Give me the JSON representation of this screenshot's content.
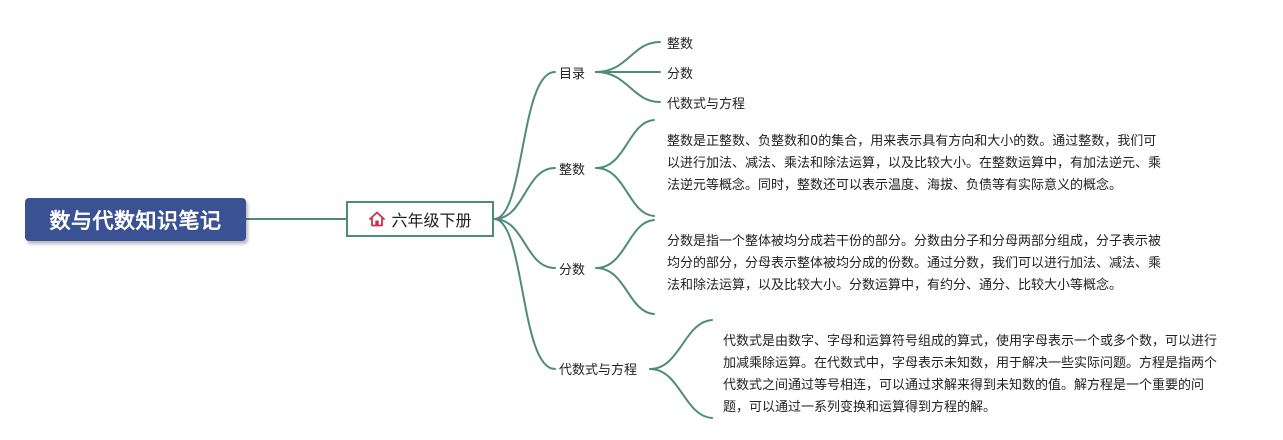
{
  "root": {
    "title": "数与代数知识笔记"
  },
  "sub": {
    "label": "六年级下册",
    "icon": "house-icon"
  },
  "branches": [
    {
      "label": "目录",
      "children": [
        "整数",
        "分数",
        "代数式与方程"
      ]
    },
    {
      "label": "整数",
      "text": "整数是正整数、负整数和0的集合，用来表示具有方向和大小的数。通过整数，我们可以进行加法、减法、乘法和除法运算，以及比较大小。在整数运算中，有加法逆元、乘法逆元等概念。同时，整数还可以表示温度、海拔、负债等有实际意义的概念。"
    },
    {
      "label": "分数",
      "text": "分数是指一个整体被均分成若干份的部分。分数由分子和分母两部分组成，分子表示被均分的部分，分母表示整体被均分成的份数。通过分数，我们可以进行加法、减法、乘法和除法运算，以及比较大小。分数运算中，有约分、通分、比较大小等概念。"
    },
    {
      "label": "代数式与方程",
      "text": "代数式是由数字、字母和运算符号组成的算式，使用字母表示一个或多个数，可以进行加减乘除运算。在代数式中，字母表示未知数，用于解决一些实际问题。方程是指两个代数式之间通过等号相连，可以通过求解来得到未知数的值。解方程是一个重要的问题，可以通过一系列变换和运算得到方程的解。"
    }
  ],
  "colors": {
    "root_bg": "#3a5293",
    "line": "#4e8c7a",
    "house": "#c8334f"
  }
}
